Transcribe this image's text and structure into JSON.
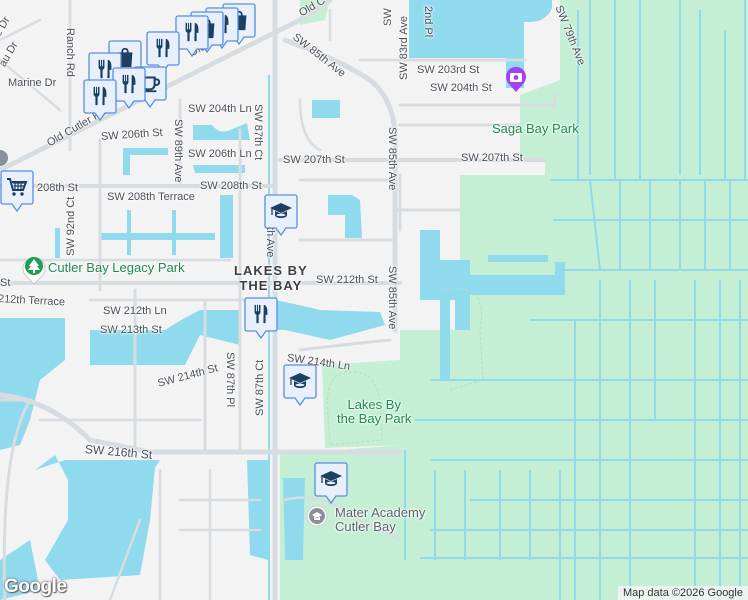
{
  "colors": {
    "land": "#f4f3f4",
    "water": "#90daee",
    "park": "#c4efd4",
    "road": "#d7dce1",
    "marker_fill": "#e8f0fe",
    "marker_border": "#5b8de0",
    "marker_icon": "#1d3f60",
    "park_label": "#1f8a4c",
    "photo_pin": "#a142f4"
  },
  "streets": {
    "ranch_rd": "Ranch Rd",
    "marine_dr": "Marine Dr",
    "ue_dr": "ue Dr",
    "au_dr": "au Dr",
    "old_cutler_rd_1": "Old Cutler Rd",
    "old_cutler_rd_2": "Old Cutler Rd",
    "old_cutler_rd_3": "Old C",
    "sw_204th_ln": "SW 204th Ln",
    "sw_206th_st": "SW 206th St",
    "sw_89th_ave": "SW 89th Ave",
    "sw_87th_ct_1": "SW 87th Ct",
    "sw_206th_ln": "SW 206th Ln",
    "sw_207th_st_1": "SW 207th St",
    "sw_207th_st_2": "SW 207th St",
    "sw_208th_st_1": "208th St",
    "sw_208th_st_2": "SW 208th St",
    "sw_208th_terrace": "SW 208th Terrace",
    "sw_92nd_ct": "SW 92nd Ct",
    "sw_87th_ave": "SW 87th Ave",
    "sw_212th_st": "SW 212th St",
    "st": "St",
    "sw_212th_terrace": "212th Terrace",
    "sw_212th_ln": "SW 212th Ln",
    "sw_213th_st": "SW 213th St",
    "sw_214th_st": "SW 214th St",
    "sw_87th_pl": "SW 87th Pl",
    "sw_87th_ct_2": "SW 87th Ct",
    "sw_214th_ln": "SW 214th Ln",
    "sw_216th_st": "SW 216th St",
    "sw_203rd_st": "SW 203rd St",
    "sw_204th_st": "SW 204th St",
    "sw_83rd_ave": "SW 83rd Ave",
    "sw_85th_ave_1": "SW 85th Ave",
    "sw_85th_ave_2": "SW 85th Ave",
    "sw_85th_ave_3": "SW 85th Ave",
    "sw_79th_ave": "SW 79th Ave",
    "nd_pl": "2nd Pl",
    "sw_partial": "SW"
  },
  "places": {
    "cutler_bay_legacy_park": "Cutler Bay Legacy Park",
    "lakes_by_the_bay_1": "LAKES BY",
    "lakes_by_the_bay_2": "THE BAY",
    "lakes_by_the_bay_park_1": "Lakes By",
    "lakes_by_the_bay_park_2": "the Bay Park",
    "mater_academy_1": "Mater Academy",
    "mater_academy_2": "Cutler Bay",
    "saga_bay_park": "Saga Bay Park"
  },
  "markers": [
    {
      "type": "restaurant"
    },
    {
      "type": "shopping"
    },
    {
      "type": "restaurant"
    },
    {
      "type": "cafe"
    },
    {
      "type": "restaurant"
    },
    {
      "type": "shopping"
    },
    {
      "type": "restaurant"
    },
    {
      "type": "shopping"
    },
    {
      "type": "restaurant"
    },
    {
      "type": "shopping"
    },
    {
      "type": "shopping-cart"
    },
    {
      "type": "school"
    },
    {
      "type": "restaurant"
    },
    {
      "type": "school"
    },
    {
      "type": "school"
    }
  ],
  "attribution": "Map data ©2026 Google",
  "logo": "Google"
}
